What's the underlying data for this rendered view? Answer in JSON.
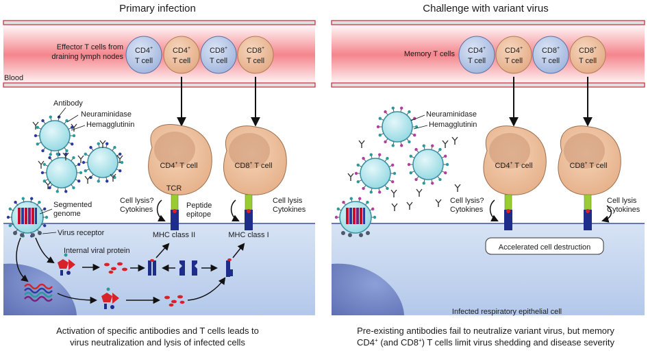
{
  "left": {
    "title": "Primary infection",
    "blood_label": "Blood",
    "effector_label_line1": "Effector T cells from",
    "effector_label_line2": "draining lymph nodes",
    "blood_cells": [
      {
        "type": "CD4",
        "sup": "+",
        "sub": "T cell",
        "color": "#a9bde0"
      },
      {
        "type": "CD4",
        "sup": "+",
        "sub": "T cell",
        "color": "#e8b895"
      },
      {
        "type": "CD8",
        "sup": "+",
        "sub": "T cell",
        "color": "#a9bde0"
      },
      {
        "type": "CD8",
        "sup": "+",
        "sub": "T cell",
        "color": "#e8b895"
      }
    ],
    "antibody": "Antibody",
    "neuraminidase": "Neuraminidase",
    "hemagglutinin": "Hemagglutinin",
    "segmented_line1": "Segmented",
    "segmented_line2": "genome",
    "virus_receptor": "Virus receptor",
    "internal_protein": "Internal viral protein",
    "cd4_big_type": "CD4",
    "cd4_big_sup": "+",
    "cd4_big_sub": " T cell",
    "cd8_big_type": "CD8",
    "cd8_big_sup": "+",
    "cd8_big_sub": " T cell",
    "tcr": "TCR",
    "lysis_q_line1": "Cell lysis?",
    "lysis_q_line2": "Cytokines",
    "peptide_line1": "Peptide",
    "peptide_line2": "epitope",
    "lysis_line1": "Cell lysis",
    "lysis_line2": "Cytokines",
    "mhc2": "MHC class II",
    "mhc1": "MHC class I",
    "caption_line1": "Activation of specific antibodies and T cells leads to",
    "caption_line2": "virus neutralization and lysis of infected cells"
  },
  "right": {
    "title": "Challenge with variant virus",
    "memory_label": "Memory T cells",
    "blood_cells": [
      {
        "type": "CD4",
        "sup": "+",
        "sub": "T cell",
        "color": "#a9bde0"
      },
      {
        "type": "CD4",
        "sup": "+",
        "sub": "T cell",
        "color": "#e8b895"
      },
      {
        "type": "CD8",
        "sup": "+",
        "sub": "T cell",
        "color": "#a9bde0"
      },
      {
        "type": "CD8",
        "sup": "+",
        "sub": "T cell",
        "color": "#e8b895"
      }
    ],
    "neuraminidase": "Neuraminidase",
    "hemagglutinin": "Hemagglutinin",
    "cd4_big_type": "CD4",
    "cd4_big_sup": "+",
    "cd4_big_sub": " T cell",
    "cd8_big_type": "CD8",
    "cd8_big_sup": "+",
    "cd8_big_sub": " T cell",
    "lysis_q_line1": "Cell lysis?",
    "lysis_q_line2": "Cytokines",
    "lysis_line1": "Cell lysis",
    "lysis_line2": "Cytokines",
    "accelerated": "Accelerated cell destruction",
    "epithelial": "Infected respiratory epithelial cell",
    "caption_line1": "Pre-existing antibodies fail to neutralize variant virus, but memory",
    "caption_pre": "CD4",
    "caption_sup1": "+",
    "caption_mid": " (and CD8",
    "caption_sup2": "+",
    "caption_post": ") T cells limit virus shedding and disease severity"
  },
  "colors": {
    "blood_red": "#f07f86",
    "vessel_wall": "#c9263a",
    "epithelium": "#c5d6ef",
    "nucleus_blue": "#3e4e9e",
    "helper_cell": "#e8b895",
    "killer_cell": "#a9bde0",
    "virus_fill": "#a6e2ea",
    "mhc": "#1f2d8a",
    "tcr_green": "#99cc33",
    "viral_protein": "#d62228"
  }
}
